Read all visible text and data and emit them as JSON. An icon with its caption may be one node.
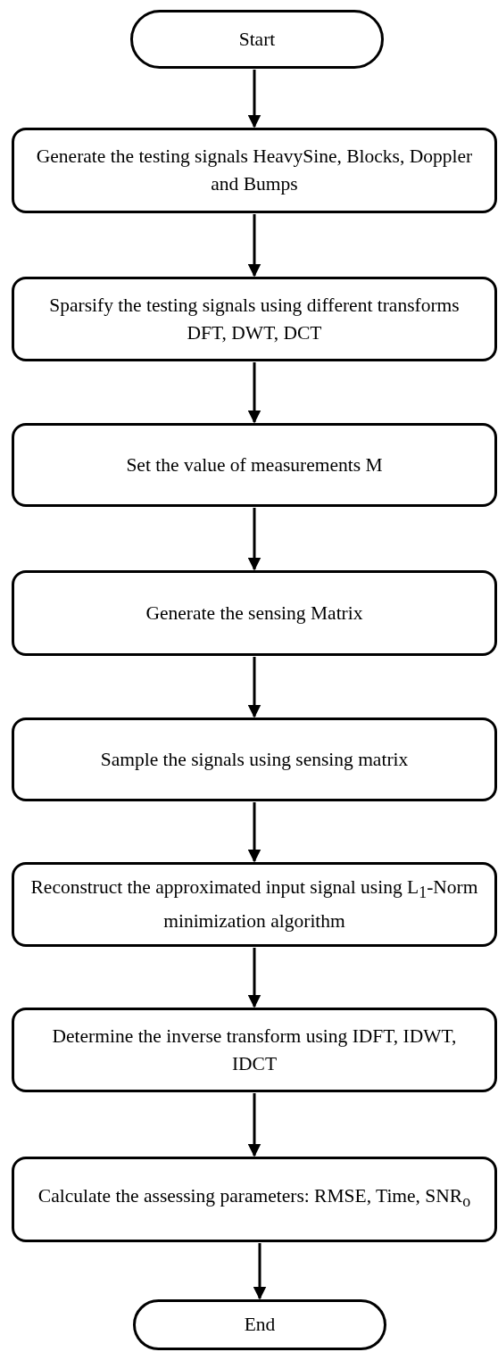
{
  "diagram": {
    "nodes": [
      {
        "text": [
          "Start"
        ]
      },
      {
        "text": [
          "Generate the testing signals HeavySine, Blocks, Doppler and Bumps"
        ]
      },
      {
        "text": [
          "Sparsify the testing signals using different transforms DFT, DWT, DCT"
        ]
      },
      {
        "text": [
          "Set the value of measurements M"
        ]
      },
      {
        "text": [
          "Generate the sensing Matrix"
        ]
      },
      {
        "text": [
          "Sample the signals using sensing matrix"
        ]
      },
      {
        "text": [
          "Reconstruct the approximated input signal using L$_{1}$-Norm minimization algorithm"
        ]
      },
      {
        "text": [
          "Determine the inverse transform using IDFT, IDWT, IDCT"
        ]
      },
      {
        "text": [
          "Calculate the assessing parameters: RMSE, Time, SNR$_{o}$"
        ]
      },
      {
        "text": [
          "End"
        ]
      }
    ],
    "edges": [
      {
        "from": 0,
        "to": 1,
        "arrow": "to"
      },
      {
        "from": 1,
        "to": 2,
        "arrow": "to"
      },
      {
        "from": 2,
        "to": 3,
        "arrow": "to"
      },
      {
        "from": 3,
        "to": 4,
        "arrow": "to"
      },
      {
        "from": 4,
        "to": 5,
        "arrow": "to"
      },
      {
        "from": 5,
        "to": 6,
        "arrow": "to"
      },
      {
        "from": 6,
        "to": 7,
        "arrow": "to"
      },
      {
        "from": 7,
        "to": 8,
        "arrow": "to"
      },
      {
        "from": 8,
        "to": 9,
        "arrow": "to"
      }
    ]
  }
}
